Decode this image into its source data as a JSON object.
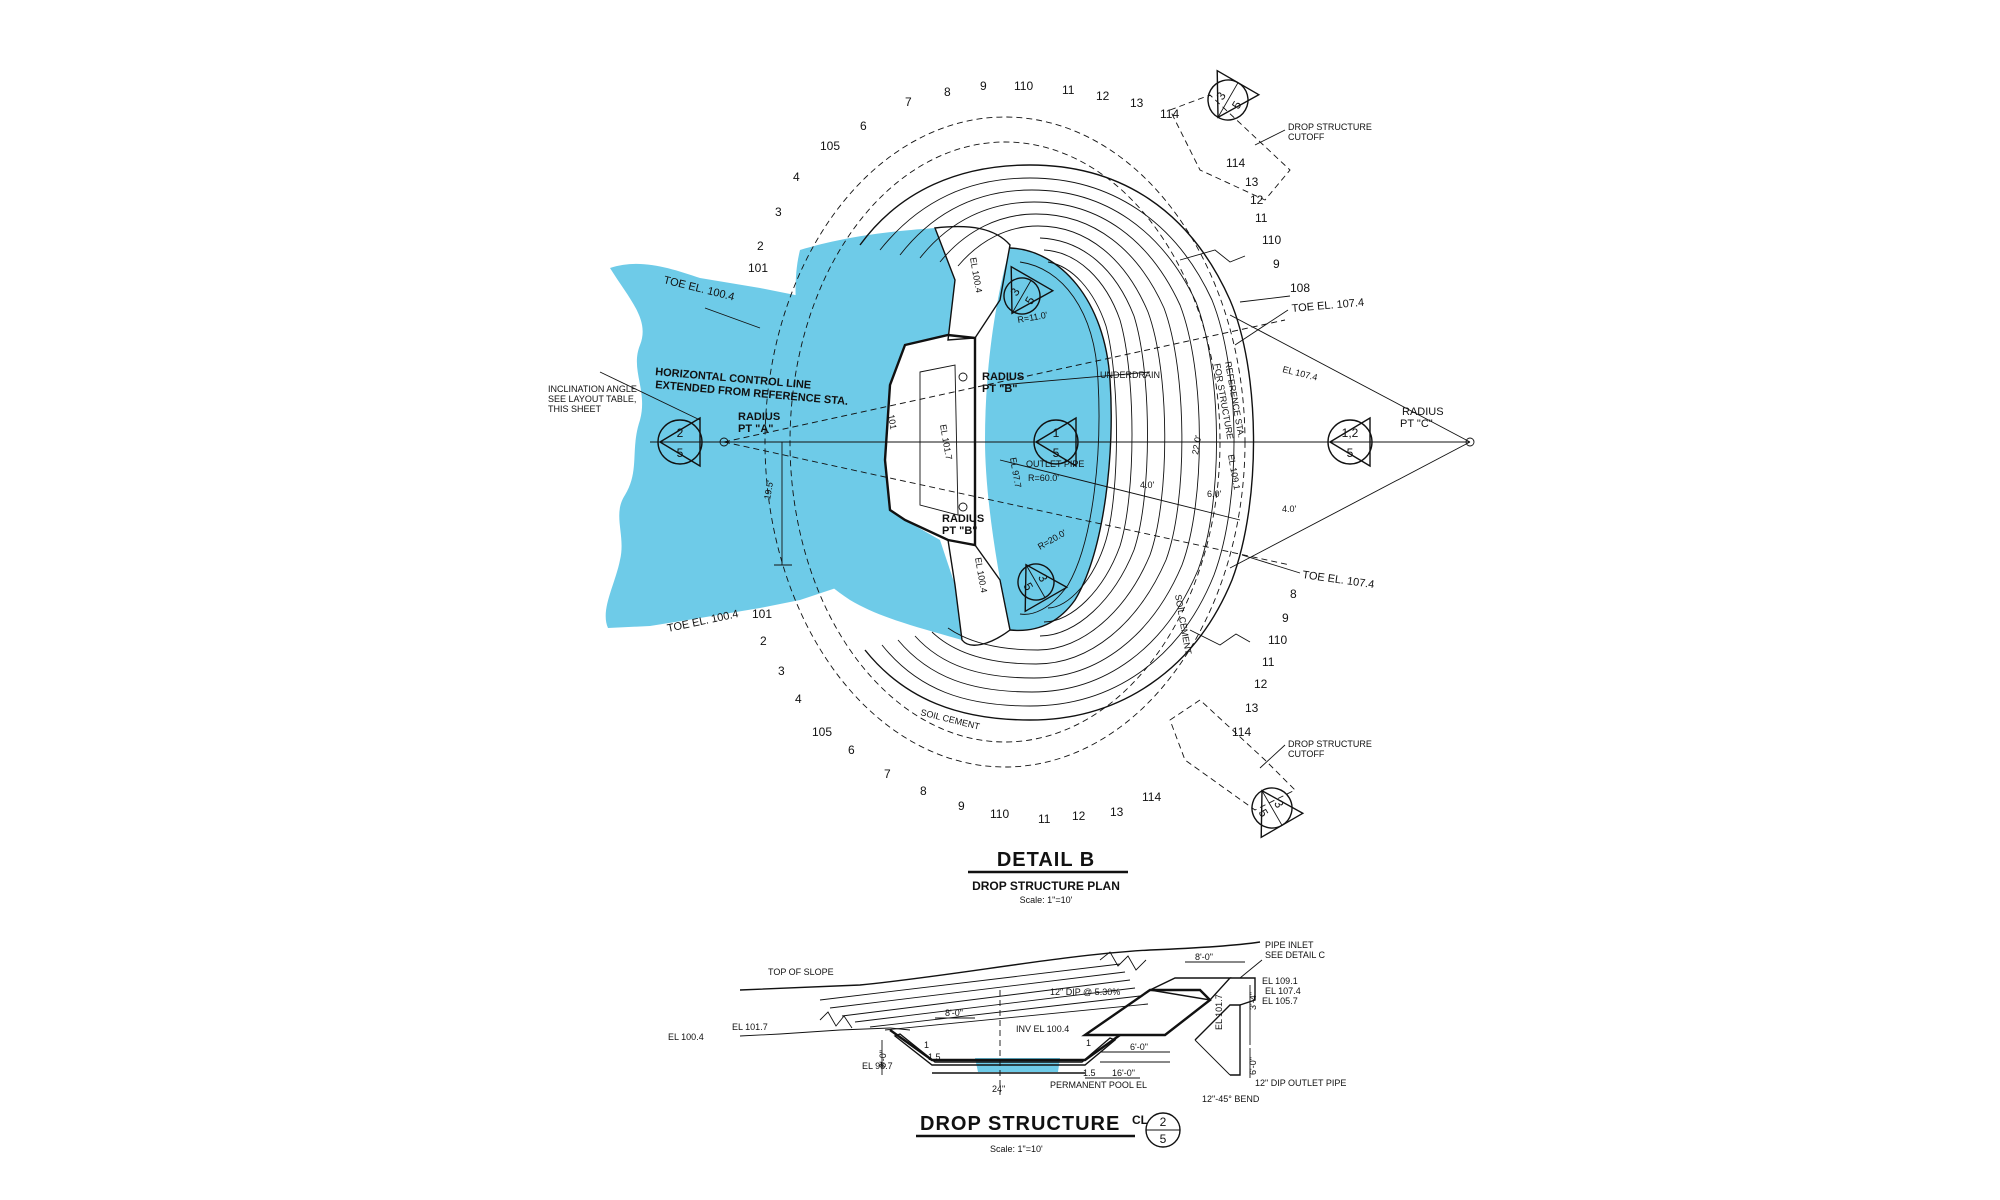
{
  "colors": {
    "water": "#6ecbe8",
    "ink": "#111111",
    "paper": "#ffffff"
  },
  "plan": {
    "title": "DETAIL B",
    "subtitle": "DROP STRUCTURE PLAN",
    "scale": "Scale: 1\"=10'",
    "labels": {
      "inclination": [
        "INCLINATION ANGLE",
        "SEE LAYOUT TABLE,",
        "THIS SHEET"
      ],
      "control_line": [
        "HORIZONTAL CONTROL LINE",
        "EXTENDED FROM REFERENCE STA."
      ],
      "radius_a": [
        "RADIUS",
        "PT \"A\""
      ],
      "radius_b_top": [
        "RADIUS",
        "PT \"B\""
      ],
      "radius_b_bottom": [
        "RADIUS",
        "PT \"B\""
      ],
      "radius_c": [
        "RADIUS",
        "PT \"C\""
      ],
      "toe_left_top": "TOE EL. 100.4",
      "toe_left_bottom": "TOE EL. 100.4",
      "toe_right_top": "TOE EL. 107.4",
      "toe_right_bottom": "TOE EL. 107.4",
      "cutoff_top": [
        "DROP STRUCTURE",
        "CUTOFF"
      ],
      "cutoff_bottom": [
        "DROP STRUCTURE",
        "CUTOFF"
      ],
      "underdrain": "UNDERDRAIN",
      "outlet_pipe": "OUTLET PIPE",
      "r60": "R=60.0'",
      "r20": "R=20.0'",
      "r110": "R=11.0'",
      "el1004_a": "EL 100.4",
      "el1004_b": "EL 100.4",
      "el1007": "EL 101.7",
      "el977": "EL 97.7",
      "el1091": "EL 109.1",
      "el1074": "EL 107.4",
      "dim195": "19.5'",
      "dim40a": "4.0'",
      "dim40b": "4.0'",
      "dim60": "6.0'",
      "dim220": "22.0'",
      "soil_cement_a": "SOIL CEMENT",
      "soil_cement_b": "SOIL CEMENT",
      "ref_sta": [
        "REFERENCE STA.",
        "FOR STRUCTURE"
      ],
      "n101": "101",
      "n108": "108"
    },
    "markers": {
      "m25": {
        "top": "2",
        "bottom": "5"
      },
      "m15": {
        "top": "1",
        "bottom": "5"
      },
      "m125": {
        "top": "1,2",
        "bottom": "5"
      },
      "m3a": {
        "top": "3",
        "bottom": "5"
      },
      "m3b": {
        "top": "3",
        "bottom": "5"
      },
      "m3c": {
        "top": "3",
        "bottom": "5"
      },
      "m3d": {
        "top": "3",
        "bottom": "5"
      }
    },
    "contours_top": [
      "7",
      "8",
      "9",
      "110",
      "11",
      "12",
      "13",
      "114",
      "6",
      "105",
      "4",
      "3",
      "2",
      "101"
    ],
    "contours_right_top": [
      "114",
      "13",
      "12",
      "11",
      "110",
      "9"
    ],
    "contours_right_bottom": [
      "8",
      "9",
      "110",
      "11",
      "12",
      "13",
      "114"
    ],
    "contours_bottom": [
      "101",
      "2",
      "3",
      "4",
      "105",
      "6",
      "7",
      "8",
      "9",
      "110",
      "11",
      "12",
      "13",
      "114"
    ]
  },
  "section": {
    "title": "DROP STRUCTURE",
    "cl": "CL",
    "marker": {
      "top": "2",
      "bottom": "5"
    },
    "scale": "Scale: 1\"=10'",
    "labels": {
      "top_of_slope": "TOP OF SLOPE",
      "pipe_inlet": [
        "PIPE INLET",
        "SEE DETAIL C"
      ],
      "el1091": "EL 109.1",
      "el1074": "EL 107.4",
      "el1057": "EL 105.7",
      "el1017a": "EL 101.7",
      "el1017b": "EL 101.7",
      "el1004": "EL 100.4",
      "el957": "EL 95.7",
      "inv": "INV EL 100.4",
      "pipe_slope": "12\" DIP @ 5.30%",
      "d80a": "8'-0\"",
      "d80b": "8'-0\"",
      "d60a": "6'-0\"",
      "d60b": "6'-0\"",
      "d60c": "6'-0\"",
      "d160": "16'-0\"",
      "d34": "3'-4\"",
      "d15a": "1.5",
      "d15b": "1.5",
      "d1a": "1",
      "d1b": "1",
      "d24": "24\"",
      "pool": "PERMANENT POOL EL",
      "outlet": "12\" DIP OUTLET PIPE",
      "bend": "12\"-45° BEND"
    }
  }
}
